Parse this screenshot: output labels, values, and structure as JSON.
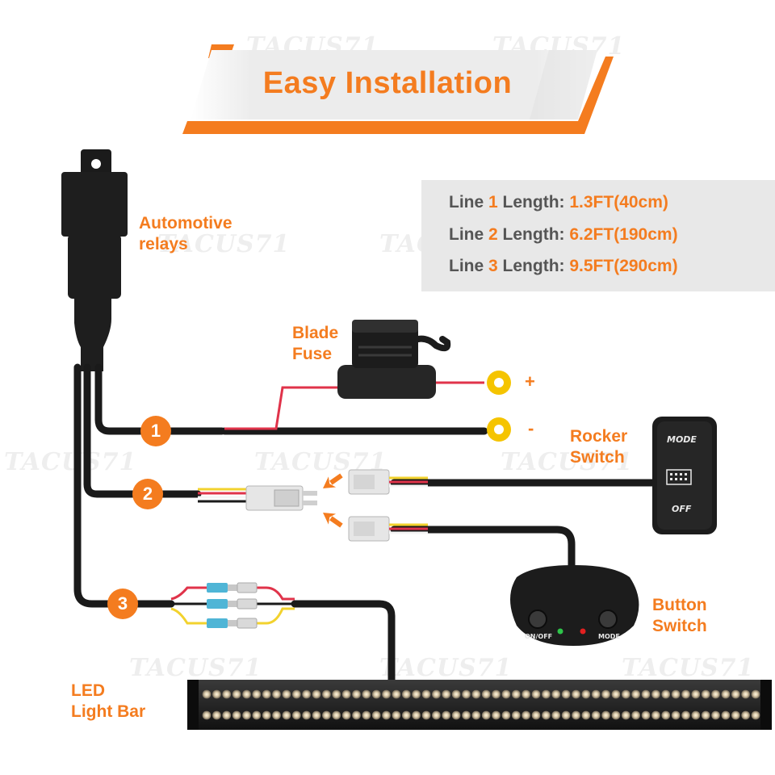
{
  "title": "Easy Installation",
  "specs": [
    {
      "prefix": "Line ",
      "num": "1",
      "mid": " Length: ",
      "value": "1.3FT(40cm)"
    },
    {
      "prefix": "Line ",
      "num": "2",
      "mid": " Length: ",
      "value": "6.2FT(190cm)"
    },
    {
      "prefix": "Line ",
      "num": "3",
      "mid": " Length: ",
      "value": "9.5FT(290cm)"
    }
  ],
  "labels": {
    "relay_line1": "Automotive",
    "relay_line2": "relays",
    "fuse_line1": "Blade",
    "fuse_line2": "Fuse",
    "rocker_line1": "Rocker",
    "rocker_line2": "Switch",
    "button_line1": "Button",
    "button_line2": "Switch",
    "led_line1": "LED",
    "led_line2": "Light Bar"
  },
  "terminals": {
    "positive": "+",
    "negative": "-"
  },
  "line_numbers": [
    "1",
    "2",
    "3"
  ],
  "rocker": {
    "top_text": "MODE",
    "bottom_text": "OFF"
  },
  "button_switch": {
    "left_text": "ON/OFF",
    "right_text": "MODE"
  },
  "watermark": "TACUS71",
  "colors": {
    "accent": "#f47c1f",
    "spec_bg": "#e8e8e8",
    "wire": "#1a1a1a",
    "red_wire": "#e0334a",
    "yellow_wire": "#f2d22e",
    "terminal": "#f5c400",
    "connector": "#e6e6e6",
    "quick_connector": "#4fb5d6"
  },
  "icons": [
    "relay-icon",
    "blade-fuse-icon",
    "rocker-switch-icon",
    "button-switch-icon",
    "led-light-bar-icon",
    "connector-plug-icon",
    "arrow-icon"
  ]
}
